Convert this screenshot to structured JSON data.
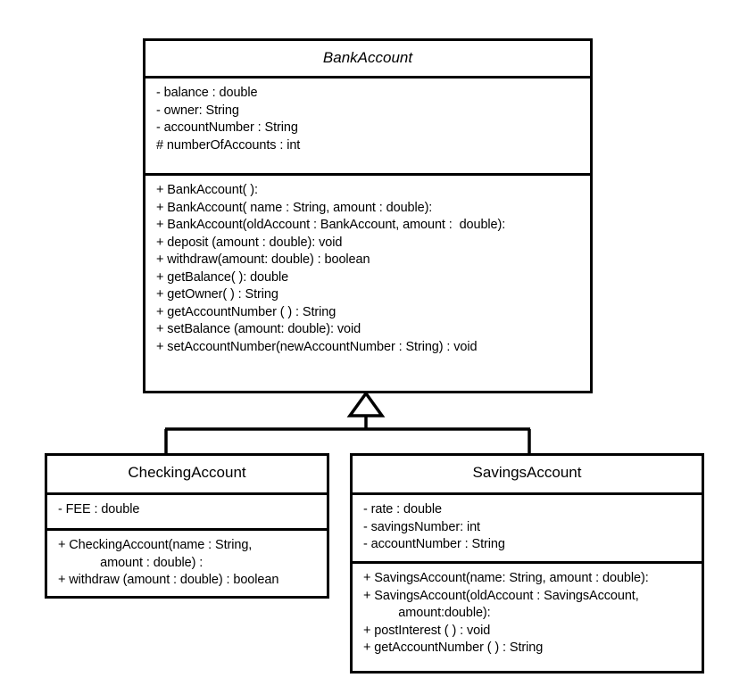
{
  "diagram": {
    "type": "uml-class-diagram",
    "title": "BankAccount class hierarchy",
    "background_color": "#ffffff",
    "line_color": "#000000"
  },
  "classes": {
    "bankaccount": {
      "name": "BankAccount",
      "is_abstract": true,
      "attributes": [
        "- balance : double",
        "- owner: String",
        "- accountNumber : String",
        "# numberOfAccounts : int"
      ],
      "methods": [
        "+ BankAccount( ):",
        "+ BankAccount( name : String, amount : double):",
        "+ BankAccount(oldAccount : BankAccount, amount :  double):",
        "+ deposit (amount : double): void",
        "+ withdraw(amount: double) : boolean",
        "+ getBalance( ): double",
        "+ getOwner( ) : String",
        "+ getAccountNumber ( ) : String",
        "+ setBalance (amount: double): void",
        "+ setAccountNumber(newAccountNumber : String) : void"
      ]
    },
    "checkingaccount": {
      "name": "CheckingAccount",
      "is_abstract": false,
      "attributes": [
        "- FEE : double"
      ],
      "methods": [
        "+ CheckingAccount(name : String,",
        "            amount : double) :",
        "+ withdraw (amount : double) : boolean"
      ]
    },
    "savingsaccount": {
      "name": "SavingsAccount",
      "is_abstract": false,
      "attributes": [
        "- rate : double",
        "- savingsNumber: int",
        "- accountNumber : String"
      ],
      "methods": [
        "+ SavingsAccount(name: String, amount : double):",
        "+ SavingsAccount(oldAccount : SavingsAccount,",
        "          amount:double):",
        "+ postInterest ( ) : void",
        "+ getAccountNumber ( ) : String"
      ]
    }
  },
  "relationships": [
    {
      "kind": "generalization",
      "label": "",
      "from": "CheckingAccount",
      "to": "BankAccount"
    },
    {
      "kind": "generalization",
      "label": "",
      "from": "SavingsAccount",
      "to": "BankAccount"
    }
  ]
}
